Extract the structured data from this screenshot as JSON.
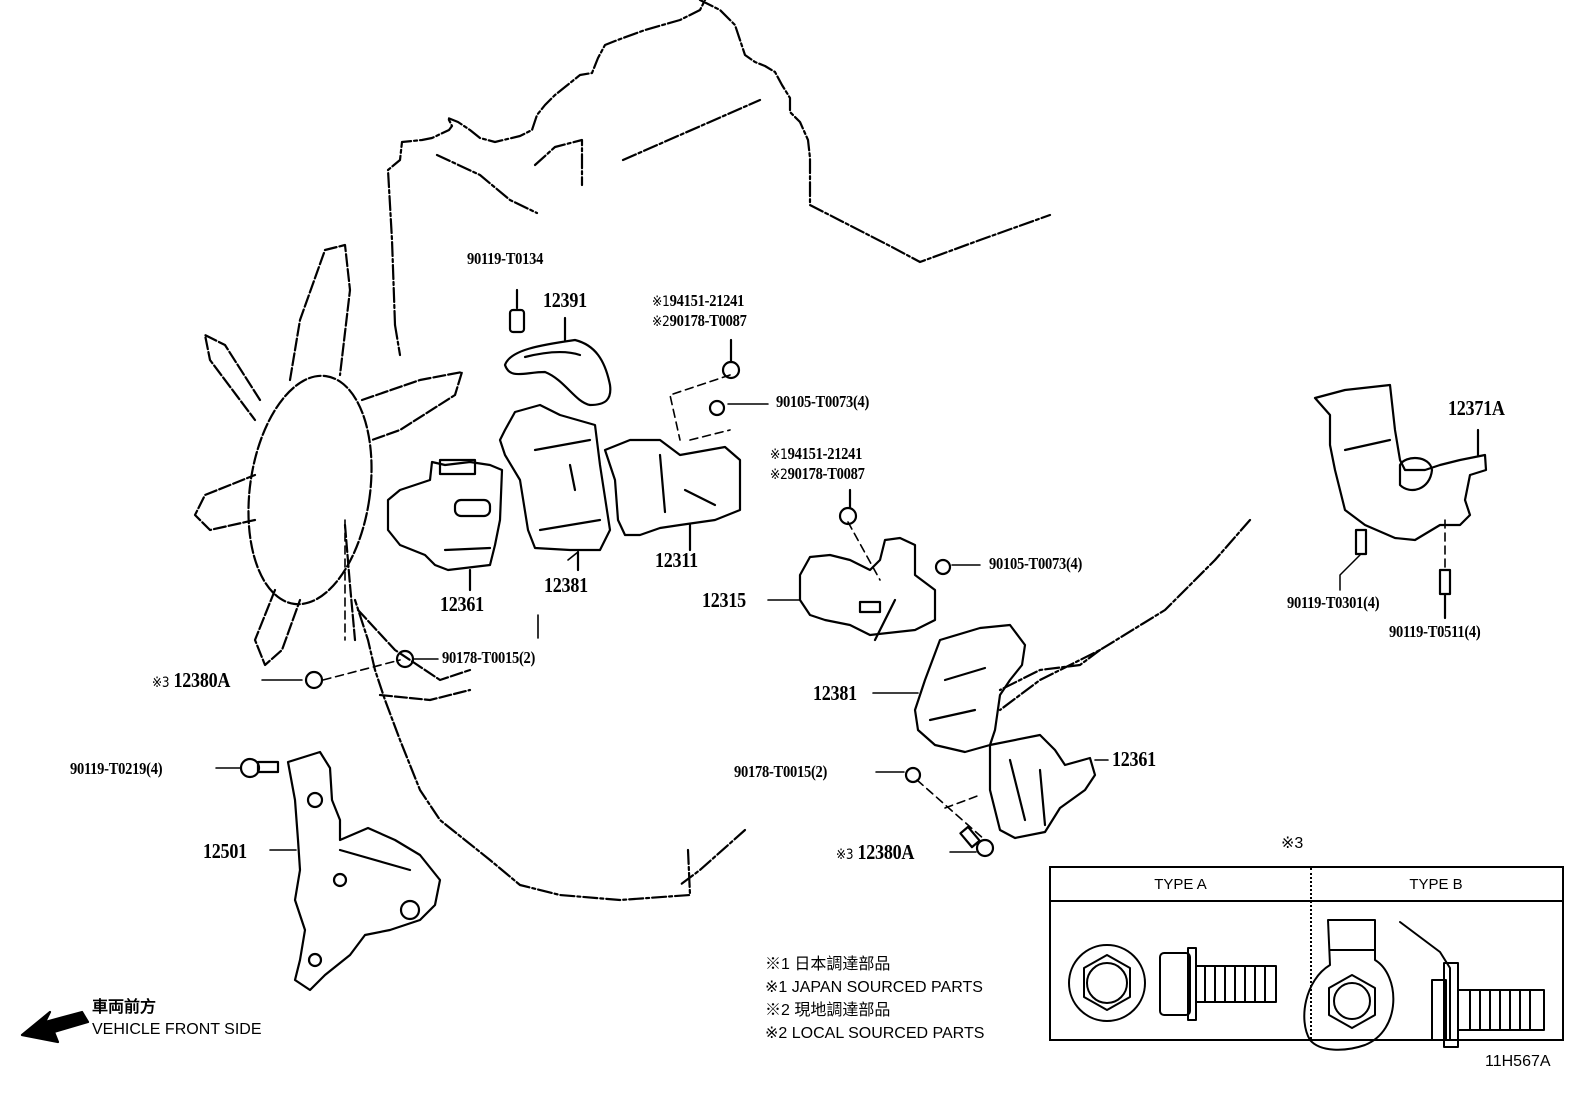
{
  "diagram": {
    "code": "11H567A",
    "direction": {
      "jp": "車両前方",
      "en": "VEHICLE FRONT SIDE",
      "icon": "arrow-left-down-icon"
    },
    "parts": [
      {
        "id": "12391",
        "label": "12391"
      },
      {
        "id": "12361-left",
        "label": "12361"
      },
      {
        "id": "12381-left",
        "label": "12381"
      },
      {
        "id": "12311",
        "label": "12311"
      },
      {
        "id": "12315",
        "label": "12315"
      },
      {
        "id": "12381-right",
        "label": "12381"
      },
      {
        "id": "12361-right",
        "label": "12361"
      },
      {
        "id": "12371A",
        "label": "12371A"
      },
      {
        "id": "12501",
        "label": "12501"
      }
    ],
    "fasteners": {
      "bolt_top": "90119-T0134",
      "nut_top_1": {
        "mark": "※1",
        "part": "94151-21241"
      },
      "nut_top_2": {
        "mark": "※2",
        "part": "90178-T0087"
      },
      "bolt_top_right": "90105-T0073(4)",
      "nut_mid_1": {
        "mark": "※1",
        "part": "94151-21241"
      },
      "nut_mid_2": {
        "mark": "※2",
        "part": "90178-T0087"
      },
      "bolt_mid_right": "90105-T0073(4)",
      "nut_left": "90178-T0015(2)",
      "bolt_left": {
        "mark": "※3",
        "part": "12380A"
      },
      "bolt_bracket": "90119-T0219(4)",
      "nut_right": "90178-T0015(2)",
      "bolt_right": {
        "mark": "※3",
        "part": "12380A"
      },
      "bolt_mount_a": "90119-T0301(4)",
      "bolt_mount_b": "90119-T0511(4)"
    },
    "notes": [
      "※1 日本調達部品",
      "※1 JAPAN SOURCED PARTS",
      "※2 現地調達部品",
      "※2 LOCAL SOURCED PARTS"
    ],
    "type_table": {
      "title": "※3",
      "columns": [
        {
          "label": "TYPE A",
          "icon": "flange-bolt-icon"
        },
        {
          "label": "TYPE B",
          "icon": "bolt-with-bracket-icon"
        }
      ]
    }
  }
}
